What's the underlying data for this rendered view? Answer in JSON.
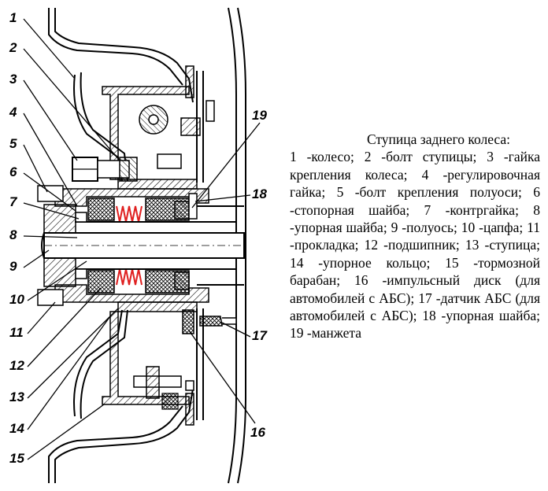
{
  "caption": {
    "title": "Ступица заднего колеса:",
    "items": [
      "1 -колесо;",
      "2 -болт ступицы;",
      "3 -гайка крепления колеса;",
      "4 -регулировочная гайка;",
      "5 -болт крепления полуоси;",
      "6 -стопорная шайба;",
      "7 -контргайка;",
      "8 -упорная шайба;",
      "9 -полуось;",
      "10 -цапфа;",
      "11 -прокладка;",
      "12 -подшипник;",
      "13 -ступица;",
      "14 -упорное кольцо;",
      "15 -тормозной барабан;",
      "16 -импульсный диск (для автомобилей с АБС);",
      "17 -датчик АБС (для автомобилей с АБС);",
      "18 -упорная шайба;",
      "19 -манжета"
    ]
  },
  "callouts": [
    "1",
    "2",
    "3",
    "4",
    "5",
    "6",
    "7",
    "8",
    "9",
    "10",
    "11",
    "12",
    "13",
    "14",
    "15",
    "16",
    "17",
    "18",
    "19"
  ]
}
